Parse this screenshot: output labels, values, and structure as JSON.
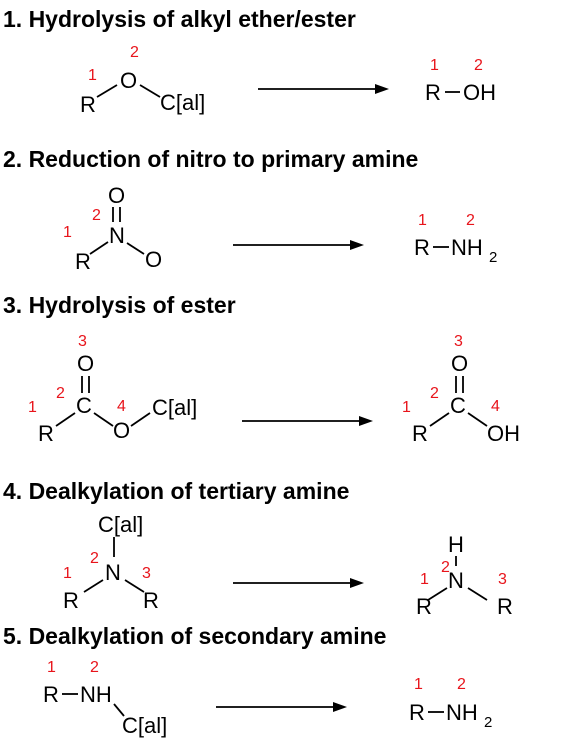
{
  "reactions": [
    {
      "title": "1. Hydrolysis of alkyl ether/ester",
      "reactant": {
        "r": "R",
        "o": "O",
        "cal": "C[al]",
        "n1": "1",
        "n2": "2"
      },
      "product": {
        "r": "R",
        "oh": "OH",
        "n1": "1",
        "n2": "2"
      }
    },
    {
      "title": "2. Reduction of nitro to primary amine",
      "reactant": {
        "r": "R",
        "n": "N",
        "o_top": "O",
        "o_right": "O",
        "n1": "1",
        "n2": "2"
      },
      "product": {
        "r": "R",
        "nh": "NH",
        "sub": "2",
        "n1": "1",
        "n2": "2"
      }
    },
    {
      "title": "3. Hydrolysis of ester",
      "reactant": {
        "r": "R",
        "c": "C",
        "o_top": "O",
        "o_mid": "O",
        "cal": "C[al]",
        "n1": "1",
        "n2": "2",
        "n3": "3",
        "n4": "4"
      },
      "product": {
        "r": "R",
        "c": "C",
        "o_top": "O",
        "oh": "OH",
        "n1": "1",
        "n2": "2",
        "n3": "3",
        "n4": "4"
      }
    },
    {
      "title": "4. Dealkylation of tertiary amine",
      "reactant": {
        "cal": "C[al]",
        "r1": "R",
        "n": "N",
        "r3": "R",
        "n1": "1",
        "n2": "2",
        "n3": "3"
      },
      "product": {
        "h": "H",
        "r1": "R",
        "n": "N",
        "r3": "R",
        "n1": "1",
        "n2": "2",
        "n3": "3"
      }
    },
    {
      "title": "5. Dealkylation of secondary amine",
      "reactant": {
        "r": "R",
        "nh": "NH",
        "cal": "C[al]",
        "n1": "1",
        "n2": "2"
      },
      "product": {
        "r": "R",
        "nh": "NH",
        "sub": "2",
        "n1": "1",
        "n2": "2"
      }
    }
  ],
  "colors": {
    "text": "#000000",
    "atom_number": "#e8141b"
  }
}
